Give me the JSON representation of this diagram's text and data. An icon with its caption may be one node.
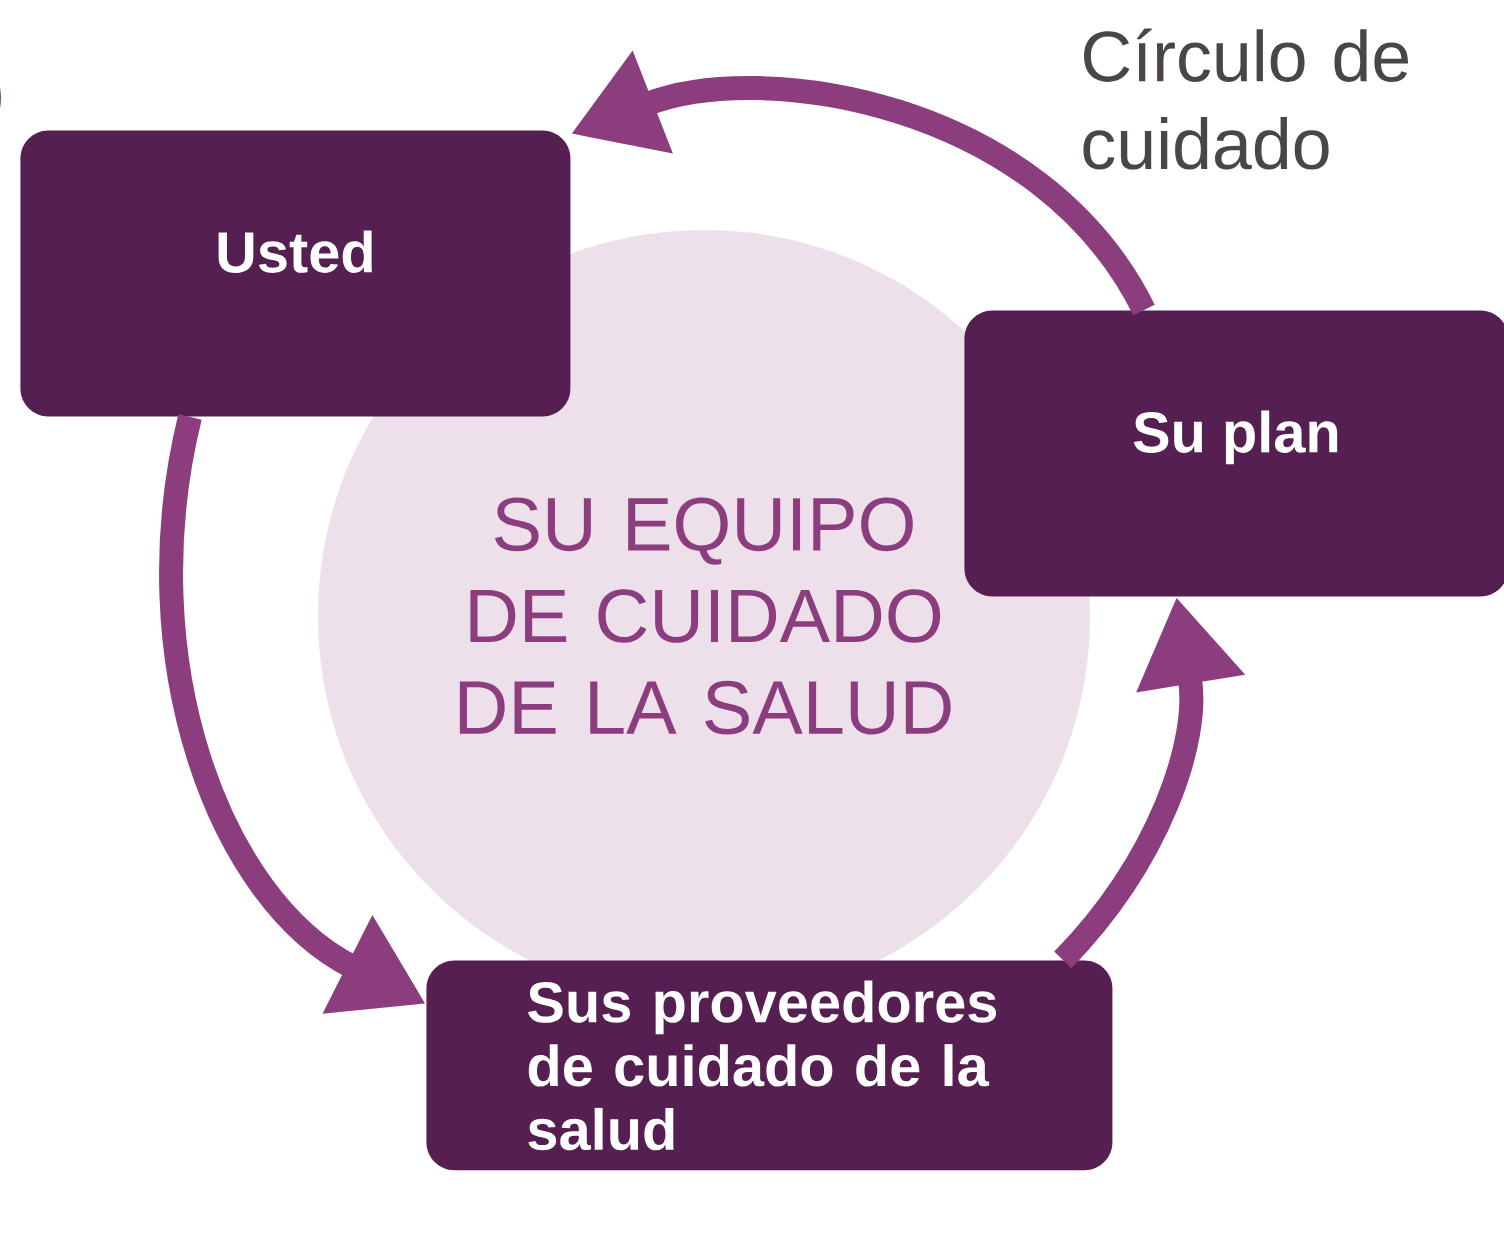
{
  "diagram": {
    "nodes": [
      {
        "text": [
          "SU EQUIPO DE CUIDADO DE LA SALUD"
        ]
      },
      {
        "text": [
          "Usted"
        ]
      },
      {
        "text": [
          "Su plan"
        ]
      },
      {
        "text": [
          "Sus proveedores de cuidado de la salud"
        ]
      }
    ],
    "edges": [
      {
        "from": 2,
        "to": 1,
        "arrow": "to"
      },
      {
        "from": 1,
        "to": 3,
        "arrow": "to"
      },
      {
        "from": 3,
        "to": 2,
        "arrow": "to"
      }
    ],
    "labels": [
      "Círculo de cuidado"
    ]
  }
}
